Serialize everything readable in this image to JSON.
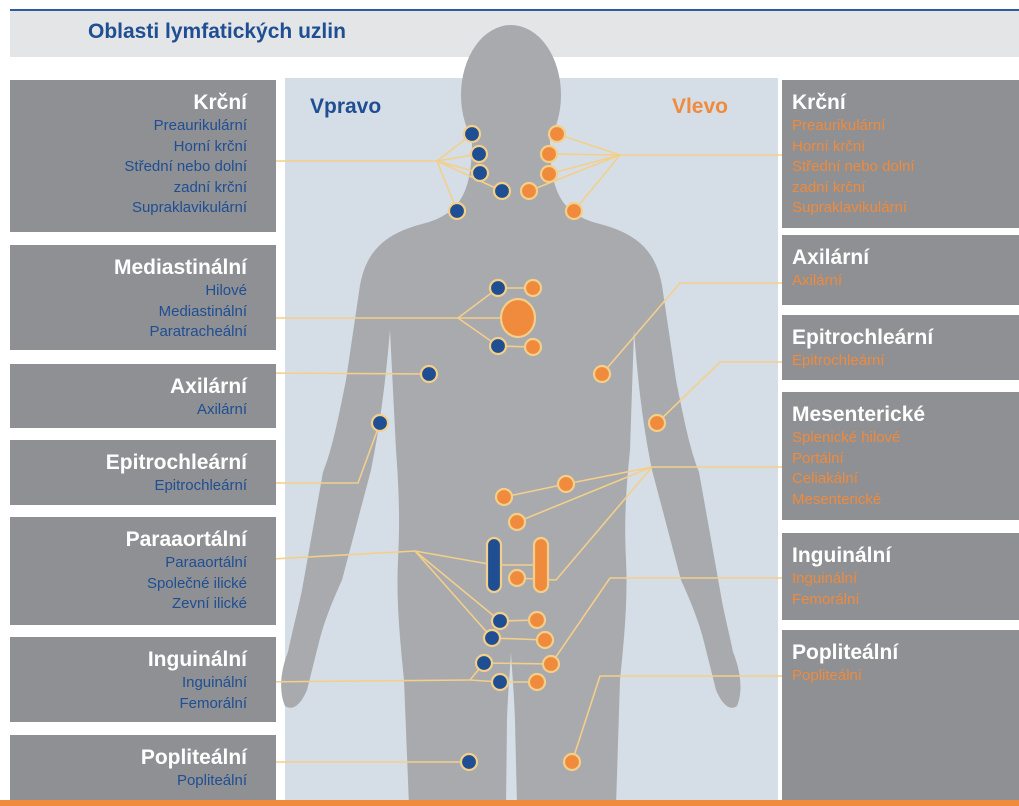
{
  "title": "Oblasti lymfatických uzlin",
  "side_labels": {
    "right_side_of_body": "Vpravo",
    "left_side_of_body": "Vlevo"
  },
  "colors": {
    "right_side_blue": "#1f4e93",
    "left_side_orange": "#f08a3c",
    "label_box_gray": "#8e9093",
    "body_gray": "#a8aaad",
    "panel_blue_gray": "#d5dee6",
    "connector_cream": "#f3cf8a"
  },
  "left_regions": [
    {
      "heading": "Krční",
      "items": [
        "Preaurikulární",
        "Horní krční",
        "Střední nebo dolní",
        "zadní krční",
        "Supraklavikulární"
      ]
    },
    {
      "heading": "Mediastinální",
      "items": [
        "Hilové",
        "Mediastinální",
        "Paratracheální"
      ]
    },
    {
      "heading": "Axilární",
      "items": [
        "Axilární"
      ]
    },
    {
      "heading": "Epitrochleární",
      "items": [
        "Epitrochleární"
      ]
    },
    {
      "heading": "Paraaortální",
      "items": [
        "Paraaortální",
        "Společné ilické",
        "Zevní ilické"
      ]
    },
    {
      "heading": "Inguinální",
      "items": [
        "Inguinální",
        "Femorální"
      ]
    },
    {
      "heading": "Popliteální",
      "items": [
        "Popliteální"
      ]
    }
  ],
  "right_regions": [
    {
      "heading": "Krční",
      "items": [
        "Preaurikulární",
        "Horní krční",
        "Střední nebo dolní",
        "zadní krční",
        "Supraklavikulární"
      ]
    },
    {
      "heading": "Axilární",
      "items": [
        "Axilární"
      ]
    },
    {
      "heading": "Epitrochleární",
      "items": [
        "Epitrochleární"
      ]
    },
    {
      "heading": "Mesenterické",
      "items": [
        "Splenické hilové",
        "Portální",
        "Celiakální",
        "Mesenterické"
      ]
    },
    {
      "heading": "Inguinální",
      "items": [
        "Inguinální",
        "Femorální"
      ]
    },
    {
      "heading": "Popliteální",
      "items": [
        "Popliteální"
      ]
    }
  ]
}
